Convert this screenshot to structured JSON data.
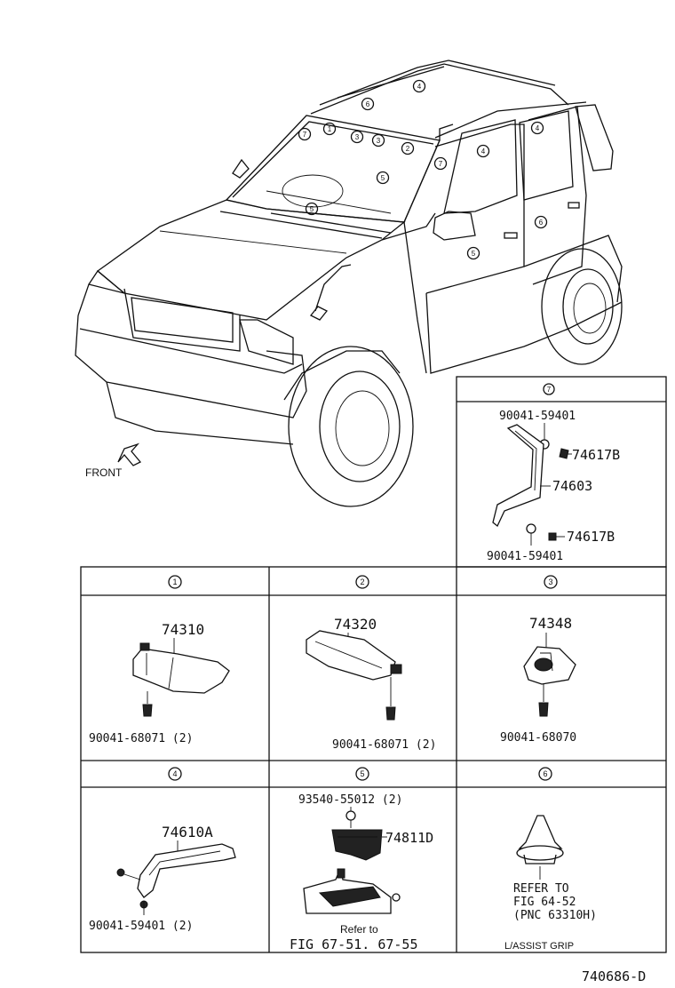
{
  "diagram": {
    "car_callouts": [
      "1",
      "2",
      "3",
      "4",
      "5",
      "6",
      "7"
    ],
    "front_label": "FRONT",
    "diagram_code": "740686-D"
  },
  "panel7": {
    "marker": "7",
    "top_bolt": "90041-59401",
    "clip_top": "74617B",
    "grip": "74603",
    "clip_bottom": "74617B",
    "bottom_bolt": "90041-59401"
  },
  "panel1": {
    "marker": "1",
    "part": "74310",
    "screw": "90041-68071 (2)"
  },
  "panel2": {
    "marker": "2",
    "part": "74320",
    "screw": "90041-68071 (2)"
  },
  "panel3": {
    "marker": "3",
    "part": "74348",
    "screw": "90041-68070"
  },
  "panel4": {
    "marker": "4",
    "part": "74610A",
    "bolt": "90041-59401 (2)"
  },
  "panel5": {
    "marker": "5",
    "clip": "93540-55012 (2)",
    "part": "74811D",
    "refer_to": "Refer to",
    "fig_ref": "FIG 67-51. 67-55"
  },
  "panel6": {
    "marker": "6",
    "refer_line1": "REFER TO",
    "refer_line2": "FIG 64-52",
    "refer_line3": "(PNC 63310H)",
    "caption": "L/ASSIST GRIP"
  }
}
